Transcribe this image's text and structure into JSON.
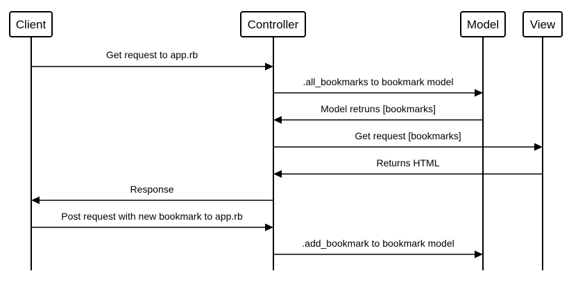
{
  "participants": [
    {
      "id": "client",
      "label": "Client"
    },
    {
      "id": "controller",
      "label": "Controller"
    },
    {
      "id": "model",
      "label": "Model"
    },
    {
      "id": "view",
      "label": "View"
    }
  ],
  "messages": [
    {
      "from": "client",
      "to": "controller",
      "label": "Get request to app.rb"
    },
    {
      "from": "controller",
      "to": "model",
      "label": ".all_bookmarks to bookmark model"
    },
    {
      "from": "model",
      "to": "controller",
      "label": "Model retruns [bookmarks]"
    },
    {
      "from": "controller",
      "to": "view",
      "label": "Get request [bookmarks]"
    },
    {
      "from": "view",
      "to": "controller",
      "label": "Returns HTML"
    },
    {
      "from": "controller",
      "to": "client",
      "label": "Response"
    },
    {
      "from": "client",
      "to": "controller",
      "label": "Post request with new bookmark to app.rb"
    },
    {
      "from": "controller",
      "to": "model",
      "label": ".add_bookmark to bookmark model"
    }
  ]
}
